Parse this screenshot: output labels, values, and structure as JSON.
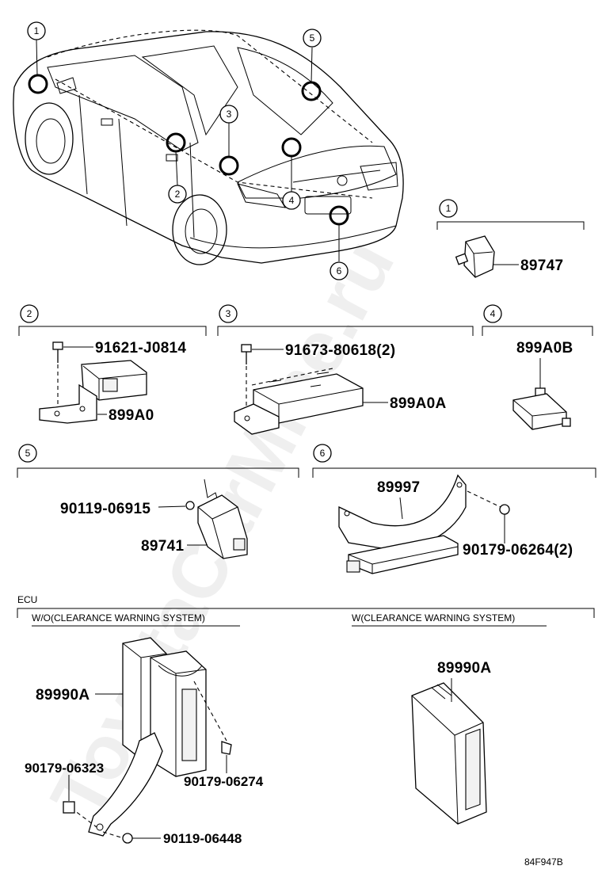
{
  "diagram": {
    "code": "84F947B",
    "watermark": "ToyotaCarMine.ru",
    "callouts": [
      "1",
      "2",
      "3",
      "4",
      "5",
      "6"
    ],
    "sections": {
      "s1": {
        "num": "1",
        "part": "89747"
      },
      "s2": {
        "num": "2",
        "bolt": "91621-J0814",
        "part": "899A0"
      },
      "s3": {
        "num": "3",
        "bolt": "91673-80618(2)",
        "part": "899A0A"
      },
      "s4": {
        "num": "4",
        "part": "899A0B"
      },
      "s5": {
        "num": "5",
        "bolt": "90119-06915",
        "part": "89741"
      },
      "s6": {
        "num": "6",
        "part": "89997",
        "nut": "90179-06264(2)"
      }
    },
    "ecu": {
      "label": "ECU",
      "left_title": "W/O(CLEARANCE WARNING SYSTEM)",
      "right_title": "W(CLEARANCE WARNING SYSTEM)",
      "left_part": "89990A",
      "left_nut_a": "90179-06323",
      "left_nut_b": "90179-06274",
      "left_bolt": "90119-06448",
      "right_part": "89990A"
    }
  }
}
